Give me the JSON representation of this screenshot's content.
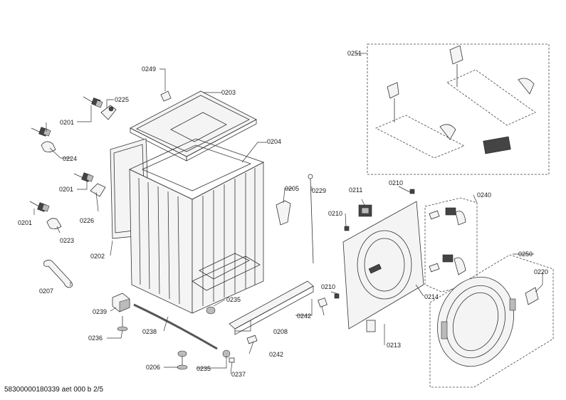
{
  "labels": {
    "p0201a": "0201",
    "p0201b": "0201",
    "p0201c": "0201",
    "p0202": "0202",
    "p0203": "0203",
    "p0204": "0204",
    "p0205": "0205",
    "p0206": "0206",
    "p0207": "0207",
    "p0208": "0208",
    "p0210a": "0210",
    "p0210b": "0210",
    "p0210c": "0210",
    "p0211": "0211",
    "p0213": "0213",
    "p0214": "0214",
    "p0220": "0220",
    "p0223": "0223",
    "p0224": "0224",
    "p0225": "0225",
    "p0226": "0226",
    "p0229": "0229",
    "p0235a": "0235",
    "p0235b": "0235",
    "p0236": "0236",
    "p0237": "0237",
    "p0238": "0238",
    "p0239": "0239",
    "p0240": "0240",
    "p0242a": "0242",
    "p0242b": "0242",
    "p0249": "0249",
    "p0250": "0250",
    "p0251": "0251"
  },
  "footer": "58300000180339 aet 000 b 2/5"
}
